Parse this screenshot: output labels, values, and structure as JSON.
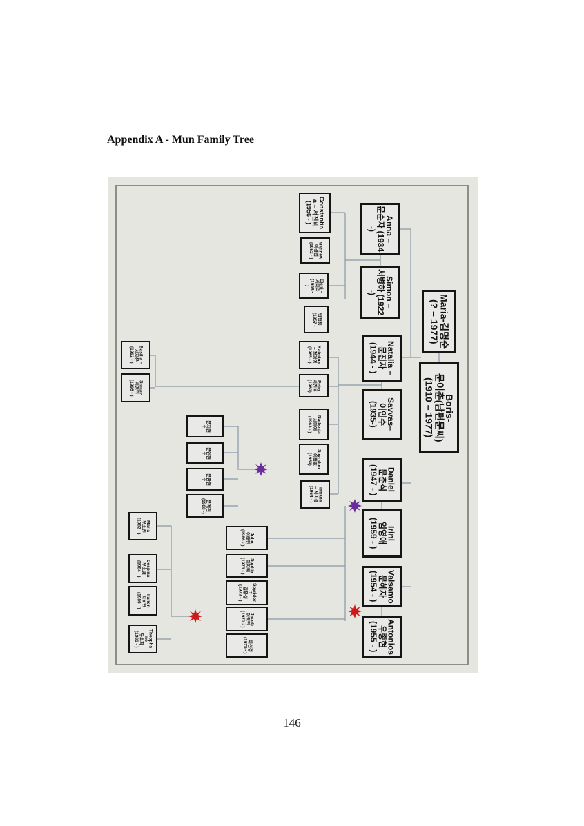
{
  "heading": "Appendix A - Mun Family Tree",
  "page_number": "146",
  "colors": {
    "union_purple": "#6a2d9c",
    "union_red": "#d01818",
    "box_border": "#151515",
    "box_fill": "#e9e9e7",
    "background": "#e6e6e1"
  },
  "people": {
    "boris": "Boris-\n문이춘(남편문씨)\n(1910 – 1977)",
    "maria": "Maria-김명순\n(? – 1977)",
    "anna": "Anna –\n문순자 (1934\n-)",
    "simon": "Simon –\n서병하 (1922\n-)",
    "natalia": "Natalia –\n문진자\n(1944 - )",
    "savvas": "Savvas–\n이인수\n(1935-)",
    "daniel": "Daniel\n문춘식\n(1947 - )",
    "irini": "Irini\n임영애\n(1959 - )",
    "valsamo": "Valsamo\n문혜자\n(1954 - )",
    "antonios": "Antonios\n우종현\n(1955 - )",
    "constantina": "Constantin\na – 서진비\n(1956 - )",
    "matthew": "Matthew\n이경섭\n(1952 - )",
    "eleni": "Eleni –\n서미라\n(1958 -\n)",
    "park": "박형동\n(1957 -",
    "katerina": "Katerina\n– 정경영\n(1965 - )",
    "peter": "Peter\n서진웅\n(1960)",
    "nadezda": "Nadezda\n서미애\n(1963 - )",
    "spyridon": "Spyridon\n이형호\n(1959)",
    "tatiana": "Tatiana\n– 서미경\n(1964 - )",
    "basilia": "Basilia –\n서지은\n(1992 - )",
    "simon_jr": "Simon-\n서경민\n(1995 - )",
    "k1": "문지현\n?",
    "k2": "문인현\n?",
    "k3": "문찬현\n?",
    "k4": "문계현\n(1988 -)",
    "john": "John\n이태민\n(1986 - )",
    "sophia": "Sophia\n이지혜\n(1973 - )",
    "spyridon_k": "Spyridon\n?\n김용성\n(1973 - )",
    "jacob": "Jacob\n이영민\n(1970 - )",
    "leesungyeong": "이선경\n(1975 - )",
    "maria_w": "Maria\n우소진\n(1982 - )",
    "despina": "Despina\n우소영\n(1984 - )",
    "ilarion": "Ilarion\n김용현\n(1989 - )",
    "theophano": "Theopha\nno\n우소희\n(1986 - )"
  }
}
